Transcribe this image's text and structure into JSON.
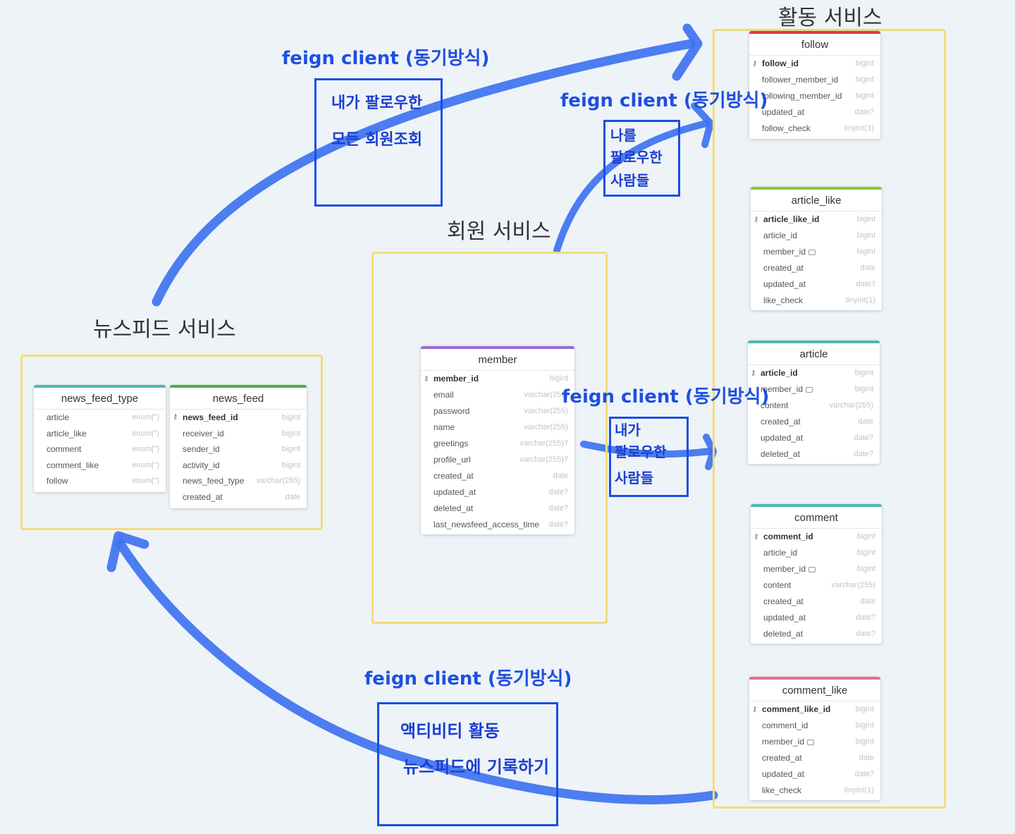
{
  "services": {
    "activity": "활동 서비스",
    "member": "회원 서비스",
    "newsfeed": "뉴스피드 서비스"
  },
  "notes": {
    "feign1": "feign client (동기방식)",
    "feign2": "feign client (동기방식)",
    "feign3": "feign client (동기방식)",
    "feign4": "feign client (동기방식)"
  },
  "boxes": {
    "following_all": [
      "내가 팔로우한",
      "모든 회원조회"
    ],
    "followers": [
      "나를",
      "팔로우한",
      "사람들"
    ],
    "my_following": [
      "내가",
      "팔로우한",
      "사람들"
    ],
    "activity_record": [
      "액티비티 활동",
      "뉴스피드에 기록하기"
    ]
  },
  "tables": {
    "follow": {
      "name": "follow",
      "color": "#e03a3a",
      "columns": [
        {
          "name": "follow_id",
          "type": "bigint",
          "pk": true
        },
        {
          "name": "follower_member_id",
          "type": "bigint"
        },
        {
          "name": "following_member_id",
          "type": "bigint"
        },
        {
          "name": "updated_at",
          "type": "date?"
        },
        {
          "name": "follow_check",
          "type": "tinyint(1)"
        }
      ]
    },
    "article_like": {
      "name": "article_like",
      "color": "#8cc63e",
      "columns": [
        {
          "name": "article_like_id",
          "type": "bigint",
          "pk": true
        },
        {
          "name": "article_id",
          "type": "bigint"
        },
        {
          "name": "member_id",
          "type": "bigint",
          "note": true
        },
        {
          "name": "created_at",
          "type": "date"
        },
        {
          "name": "updated_at",
          "type": "date?"
        },
        {
          "name": "like_check",
          "type": "tinyint(1)"
        }
      ]
    },
    "article": {
      "name": "article",
      "color": "#4fb8b0",
      "columns": [
        {
          "name": "article_id",
          "type": "bigint",
          "pk": true
        },
        {
          "name": "member_id",
          "type": "bigint",
          "note": true
        },
        {
          "name": "content",
          "type": "varchar(255)"
        },
        {
          "name": "created_at",
          "type": "date"
        },
        {
          "name": "updated_at",
          "type": "date?"
        },
        {
          "name": "deleted_at",
          "type": "date?"
        }
      ]
    },
    "comment": {
      "name": "comment",
      "color": "#4fb8b0",
      "columns": [
        {
          "name": "comment_id",
          "type": "bigint",
          "pk": true
        },
        {
          "name": "article_id",
          "type": "bigint"
        },
        {
          "name": "member_id",
          "type": "bigint",
          "note": true
        },
        {
          "name": "content",
          "type": "varchar(255)"
        },
        {
          "name": "created_at",
          "type": "date"
        },
        {
          "name": "updated_at",
          "type": "date?"
        },
        {
          "name": "deleted_at",
          "type": "date?"
        }
      ]
    },
    "comment_like": {
      "name": "comment_like",
      "color": "#e96a8a",
      "columns": [
        {
          "name": "comment_like_id",
          "type": "bigint",
          "pk": true
        },
        {
          "name": "comment_id",
          "type": "bigint"
        },
        {
          "name": "member_id",
          "type": "bigint",
          "note": true
        },
        {
          "name": "created_at",
          "type": "date"
        },
        {
          "name": "updated_at",
          "type": "date?"
        },
        {
          "name": "like_check",
          "type": "tinyint(1)"
        }
      ]
    },
    "member": {
      "name": "member",
      "color": "#9a6ad8",
      "columns": [
        {
          "name": "member_id",
          "type": "bigint",
          "pk": true
        },
        {
          "name": "email",
          "type": "varchar(255)"
        },
        {
          "name": "password",
          "type": "varchar(255)"
        },
        {
          "name": "name",
          "type": "varchar(255)"
        },
        {
          "name": "greetings",
          "type": "varchar(255)?"
        },
        {
          "name": "profile_url",
          "type": "varchar(255)?"
        },
        {
          "name": "created_at",
          "type": "date"
        },
        {
          "name": "updated_at",
          "type": "date?"
        },
        {
          "name": "deleted_at",
          "type": "date?"
        },
        {
          "name": "last_newsfeed_access_time",
          "type": "date?"
        }
      ]
    },
    "news_feed_type": {
      "name": "news_feed_type",
      "color": "#4fb8b0",
      "columns": [
        {
          "name": "article",
          "type": "enum(\")"
        },
        {
          "name": "article_like",
          "type": "enum(\")"
        },
        {
          "name": "comment",
          "type": "enum(\")"
        },
        {
          "name": "comment_like",
          "type": "enum(\")"
        },
        {
          "name": "follow",
          "type": "enum(\")"
        }
      ]
    },
    "news_feed": {
      "name": "news_feed",
      "color": "#4caf50",
      "columns": [
        {
          "name": "news_feed_id",
          "type": "bigint",
          "pk": true
        },
        {
          "name": "receiver_id",
          "type": "bigint"
        },
        {
          "name": "sender_id",
          "type": "bigint"
        },
        {
          "name": "activity_id",
          "type": "bigint"
        },
        {
          "name": "news_feed_type",
          "type": "varchar(255)"
        },
        {
          "name": "created_at",
          "type": "date"
        }
      ]
    }
  }
}
